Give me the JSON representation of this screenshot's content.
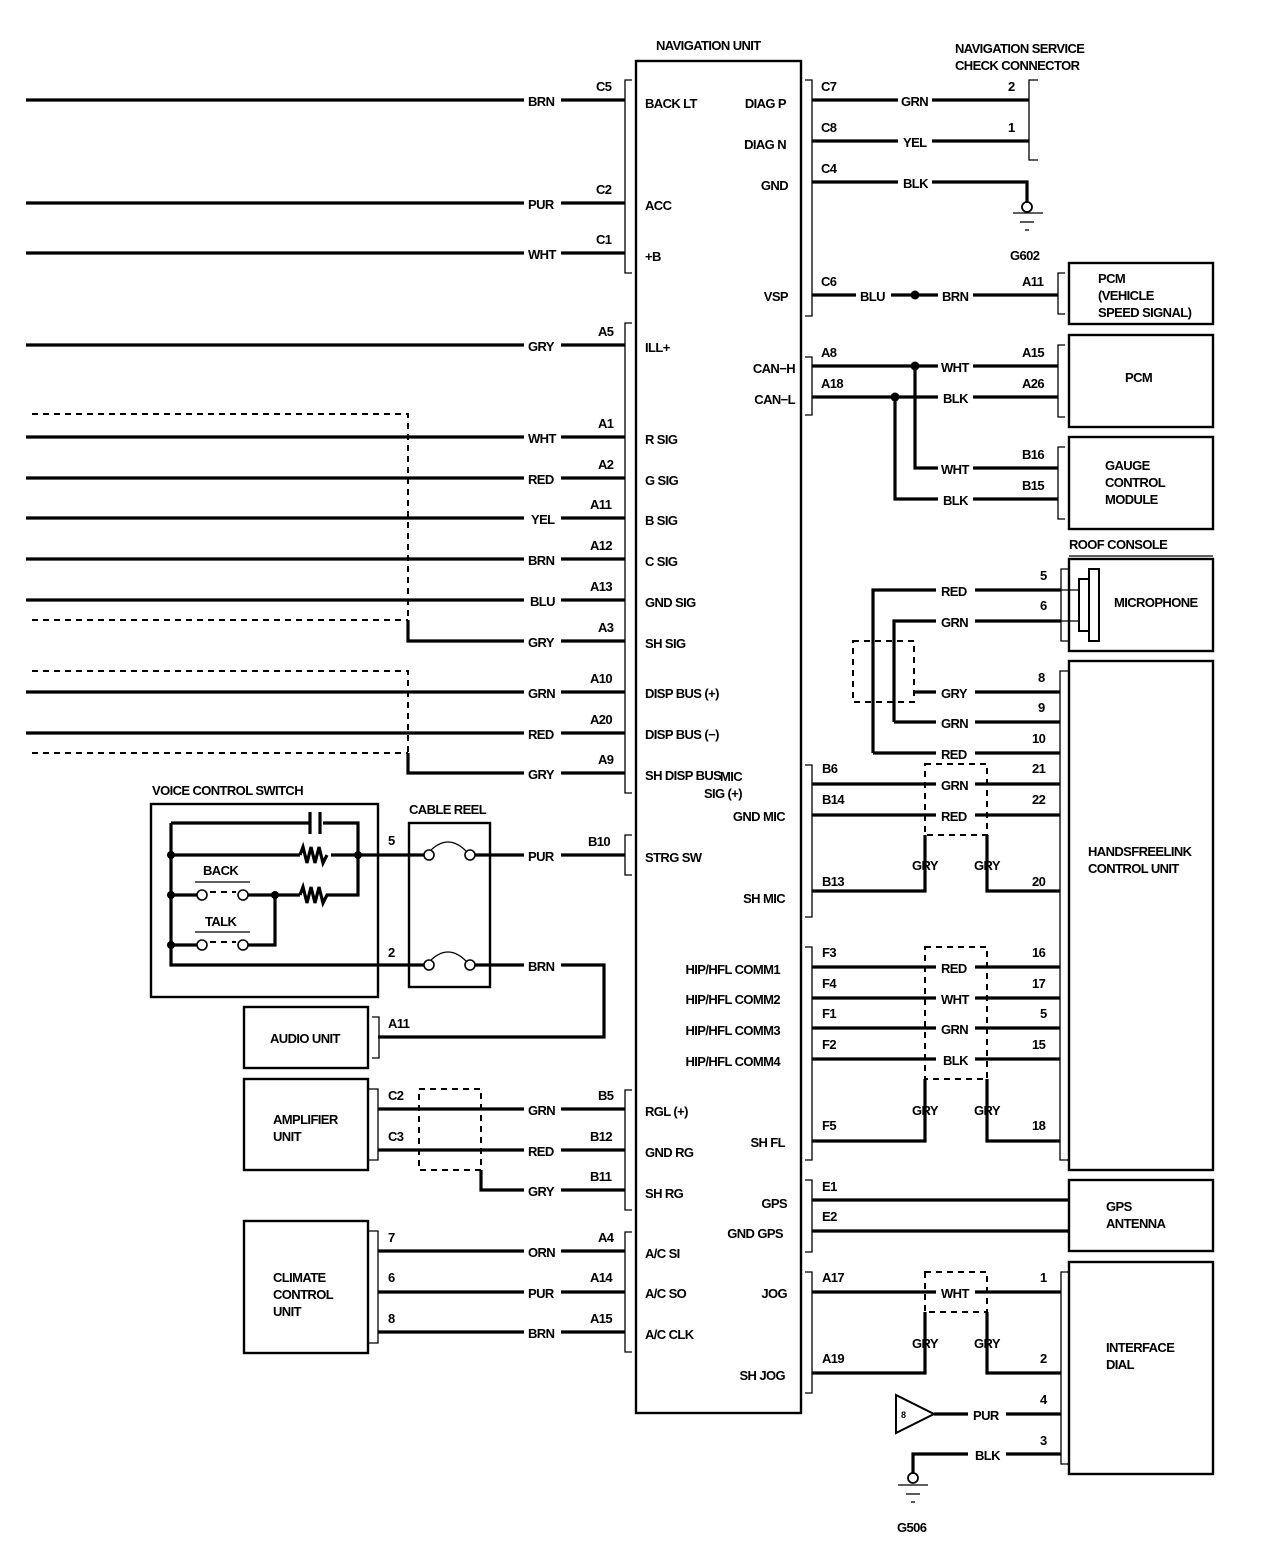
{
  "title": "Navigation System Wiring Diagram",
  "colors": {
    "ink": "#000000",
    "paper": "#ffffff"
  },
  "nav_unit": {
    "label": "NAVIGATION UNIT",
    "left_pins": [
      {
        "pin": "C5",
        "wire": "BRN",
        "signal": "BACK LT"
      },
      {
        "pin": "C2",
        "wire": "PUR",
        "signal": "ACC"
      },
      {
        "pin": "C1",
        "wire": "WHT",
        "signal": "+B"
      },
      {
        "pin": "A5",
        "wire": "GRY",
        "signal": "ILL+"
      },
      {
        "pin": "A1",
        "wire": "WHT",
        "signal": "R SIG"
      },
      {
        "pin": "A2",
        "wire": "RED",
        "signal": "G SIG"
      },
      {
        "pin": "A11",
        "wire": "YEL",
        "signal": "B SIG"
      },
      {
        "pin": "A12",
        "wire": "BRN",
        "signal": "C SIG"
      },
      {
        "pin": "A13",
        "wire": "BLU",
        "signal": "GND SIG"
      },
      {
        "pin": "A3",
        "wire": "GRY",
        "signal": "SH SIG"
      },
      {
        "pin": "A10",
        "wire": "GRN",
        "signal": "DISP BUS (+)"
      },
      {
        "pin": "A20",
        "wire": "RED",
        "signal": "DISP BUS (−)"
      },
      {
        "pin": "A9",
        "wire": "GRY",
        "signal": "SH DISP BUS"
      },
      {
        "pin": "B10",
        "wire": "PUR",
        "signal": "STRG SW"
      },
      {
        "pin": "B5",
        "wire": "GRN",
        "signal": "RGL (+)"
      },
      {
        "pin": "B12",
        "wire": "RED",
        "signal": "GND RG"
      },
      {
        "pin": "B11",
        "wire": "GRY",
        "signal": "SH RG"
      },
      {
        "pin": "A4",
        "wire": "ORN",
        "signal": "A/C SI"
      },
      {
        "pin": "A14",
        "wire": "PUR",
        "signal": "A/C SO"
      },
      {
        "pin": "A15",
        "wire": "BRN",
        "signal": "A/C CLK"
      }
    ],
    "right_pins": [
      {
        "pin": "C7",
        "signal": "DIAG P"
      },
      {
        "pin": "C8",
        "signal": "DIAG N"
      },
      {
        "pin": "C4",
        "signal": "GND"
      },
      {
        "pin": "C6",
        "signal": "VSP"
      },
      {
        "pin": "A8",
        "signal": "CAN−H"
      },
      {
        "pin": "A18",
        "signal": "CAN−L"
      },
      {
        "pin": "B6",
        "signal": "MIC SIG (+)"
      },
      {
        "pin": "B14",
        "signal": "GND MIC"
      },
      {
        "pin": "B13",
        "signal": "SH MIC"
      },
      {
        "pin": "F3",
        "signal": "HIP/HFL COMM1"
      },
      {
        "pin": "F4",
        "signal": "HIP/HFL COMM2"
      },
      {
        "pin": "F1",
        "signal": "HIP/HFL COMM3"
      },
      {
        "pin": "F2",
        "signal": "HIP/HFL COMM4"
      },
      {
        "pin": "F5",
        "signal": "SH FL"
      },
      {
        "pin": "E1",
        "signal": "GPS"
      },
      {
        "pin": "E2",
        "signal": "GND GPS"
      },
      {
        "pin": "A17",
        "signal": "JOG"
      },
      {
        "pin": "A19",
        "signal": "SH JOG"
      }
    ],
    "mic_sig_line1": "MIC",
    "mic_sig_line2": "SIG (+)"
  },
  "service_connector": {
    "title_line1": "NAVIGATION SERVICE",
    "title_line2": "CHECK CONNECTOR",
    "wires": [
      {
        "pin": "2",
        "wire": "GRN"
      },
      {
        "pin": "1",
        "wire": "YEL"
      }
    ]
  },
  "ground_c4": {
    "wire": "BLK",
    "label": "G602"
  },
  "pcm_vss": {
    "line1": "PCM",
    "line2": "(VEHICLE",
    "line3": "SPEED SIGNAL)",
    "pin": "A11",
    "wire_a": "BLU",
    "wire_b": "BRN"
  },
  "pcm": {
    "label": "PCM",
    "pins": [
      {
        "pin": "A15",
        "wire": "WHT"
      },
      {
        "pin": "A26",
        "wire": "BLK"
      }
    ]
  },
  "gauge": {
    "line1": "GAUGE",
    "line2": "CONTROL",
    "line3": "MODULE",
    "pins": [
      {
        "pin": "B16",
        "wire": "WHT"
      },
      {
        "pin": "B15",
        "wire": "BLK"
      }
    ]
  },
  "roof_console": {
    "label": "ROOF CONSOLE"
  },
  "microphone": {
    "label": "MICROPHONE",
    "pins": [
      {
        "pin": "5",
        "wire": "RED"
      },
      {
        "pin": "6",
        "wire": "GRN"
      }
    ]
  },
  "hfl": {
    "line1": "HANDSFREELINK",
    "line2": "CONTROL UNIT",
    "mic_pins": [
      {
        "pin": "8",
        "wire": "GRY"
      },
      {
        "pin": "9",
        "wire": "GRN"
      },
      {
        "pin": "10",
        "wire": "RED"
      }
    ],
    "nav_mic_pins": [
      {
        "pin": "21",
        "wire": "GRN"
      },
      {
        "pin": "22",
        "wire": "RED"
      },
      {
        "pin": "20",
        "wire": "GRY"
      }
    ],
    "comm_pins": [
      {
        "pin": "16",
        "wire": "RED"
      },
      {
        "pin": "17",
        "wire": "WHT"
      },
      {
        "pin": "5",
        "wire": "GRN"
      },
      {
        "pin": "15",
        "wire": "BLK"
      },
      {
        "pin": "18",
        "wire": "GRY"
      }
    ],
    "shield_wire": "GRY"
  },
  "gps": {
    "line1": "GPS",
    "line2": "ANTENNA"
  },
  "dial": {
    "line1": "INTERFACE",
    "line2": "DIAL",
    "pins": [
      {
        "pin": "1",
        "wire": "WHT"
      },
      {
        "pin": "2",
        "wire": "GRY"
      },
      {
        "pin": "4",
        "wire": "PUR"
      },
      {
        "pin": "3",
        "wire": "BLK"
      }
    ],
    "shield_wire": "GRY",
    "ref_symbol": "8",
    "ground_label": "G506"
  },
  "voice_switch": {
    "title": "VOICE CONTROL SWITCH",
    "back": "BACK",
    "talk": "TALK",
    "pins": [
      "5",
      "2"
    ]
  },
  "cable_reel": {
    "title": "CABLE REEL",
    "wires": [
      "PUR",
      "BRN"
    ]
  },
  "audio_unit": {
    "label": "AUDIO UNIT",
    "pin": "A11"
  },
  "amplifier": {
    "line1": "AMPLIFIER",
    "line2": "UNIT",
    "pins": [
      "C2",
      "C3"
    ]
  },
  "climate": {
    "line1": "CLIMATE",
    "line2": "CONTROL",
    "line3": "UNIT",
    "pins": [
      "7",
      "6",
      "8"
    ]
  }
}
